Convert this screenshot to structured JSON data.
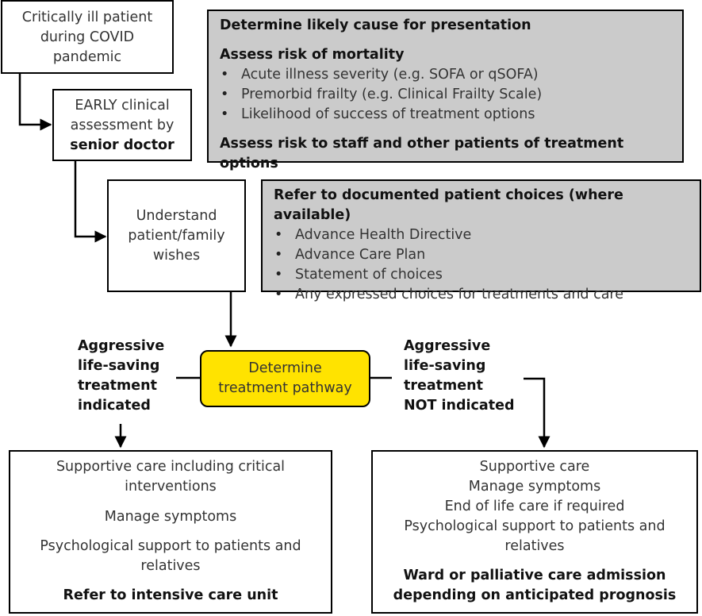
{
  "start": {
    "lines": [
      "Critically ill patient",
      "during COVID",
      "pandemic"
    ]
  },
  "early": {
    "lines": [
      "EARLY clinical",
      "assessment by"
    ],
    "bold": "senior doctor"
  },
  "assess": {
    "heading": "Determine likely cause for presentation",
    "mortality_heading": "Assess risk of mortality",
    "mortality_items": [
      "Acute illness severity (e.g. SOFA or qSOFA)",
      "Premorbid frailty (e.g. Clinical Frailty Scale)",
      "Likelihood of success of treatment options"
    ],
    "staff_risk": "Assess risk to staff and other patients of treatment options"
  },
  "wishes": {
    "lines": [
      "Understand",
      "patient/family",
      "wishes"
    ]
  },
  "choices": {
    "heading": "Refer to documented patient choices (where available)",
    "items": [
      "Advance Health Directive",
      "Advance Care Plan",
      "Statement of choices",
      "Any expressed choices for treatments and care"
    ]
  },
  "pathway": {
    "lines": [
      "Determine",
      "treatment pathway"
    ]
  },
  "left_label": {
    "lines": [
      "Aggressive",
      "life-saving",
      "treatment",
      "indicated"
    ]
  },
  "right_label": {
    "lines": [
      "Aggressive",
      "life-saving",
      "treatment",
      "NOT indicated"
    ]
  },
  "icu_box": {
    "line1": "Supportive care including critical",
    "line2": "interventions",
    "symptoms": "Manage symptoms",
    "psych1": "Psychological support to patients and",
    "psych2": "relatives",
    "refer": "Refer to intensive care unit"
  },
  "ward_box": {
    "lines": [
      "Supportive care",
      "Manage symptoms",
      "End of life care if required",
      "Psychological support to patients and",
      "relatives"
    ],
    "bold1": "Ward or palliative care admission",
    "bold2": "depending on anticipated prognosis"
  }
}
